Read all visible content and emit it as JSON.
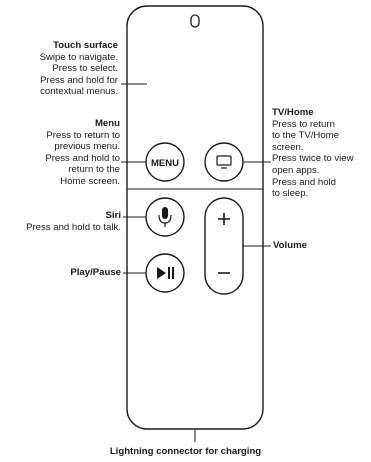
{
  "labels": {
    "touch_surface": {
      "title": "Touch surface",
      "lines": [
        "Swipe to navigate.",
        "Press to select.",
        "Press and hold for",
        "contextual menus."
      ]
    },
    "menu": {
      "title": "Menu",
      "lines": [
        "Press to return to",
        "previous menu.",
        "Press and hold to",
        "return to the",
        "Home screen."
      ]
    },
    "siri": {
      "title": "Siri",
      "lines": [
        "Press and hold to talk."
      ]
    },
    "play_pause": {
      "title": "Play/Pause",
      "lines": []
    },
    "tv_home": {
      "title": "TV/Home",
      "lines": [
        "Press to return",
        "to the TV/Home",
        "screen.",
        "Press twice to view",
        "open apps.",
        "Press and hold",
        "to sleep."
      ]
    },
    "volume": {
      "title": "Volume",
      "lines": []
    },
    "lightning": {
      "title": "Lightning connector for charging"
    }
  },
  "remote": {
    "menu_button_label": "MENU",
    "volume_up_glyph": "+",
    "volume_down_glyph": "−",
    "play_pause_glyph": "▶II"
  },
  "icons": [
    "microphone-icon",
    "tv-screen-icon",
    "play-pause-icon"
  ]
}
